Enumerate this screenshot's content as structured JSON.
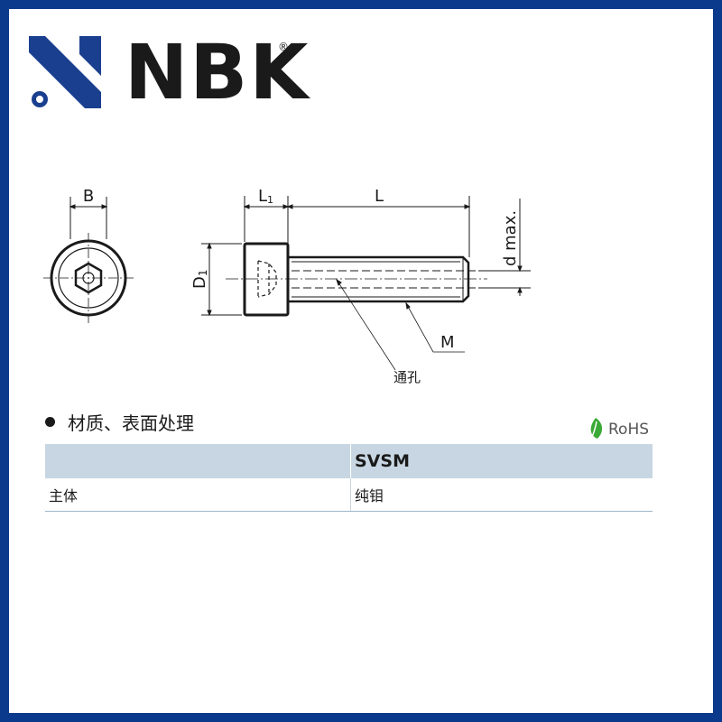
{
  "brand": {
    "name": "NBK",
    "registered": "®"
  },
  "drawing": {
    "label_b": "B",
    "label_l1": "L",
    "label_l1_sub": "1",
    "label_l": "L",
    "label_d1": "D",
    "label_d1_sub": "1",
    "label_d_max": "d max.",
    "label_m": "M",
    "label_through_hole": "通孔"
  },
  "section": {
    "title": "材质、表面处理",
    "rohs_label": "RoHS"
  },
  "material_table": {
    "header": [
      "",
      "SVSM"
    ],
    "rows": [
      {
        "part": "主体",
        "material": "纯钼"
      }
    ]
  },
  "colors": {
    "frame": "#0b3a8c",
    "logo_blue": "#1a3f8f",
    "table_header": "#c7d6e2",
    "rohs_leaf": "#3aa935"
  }
}
